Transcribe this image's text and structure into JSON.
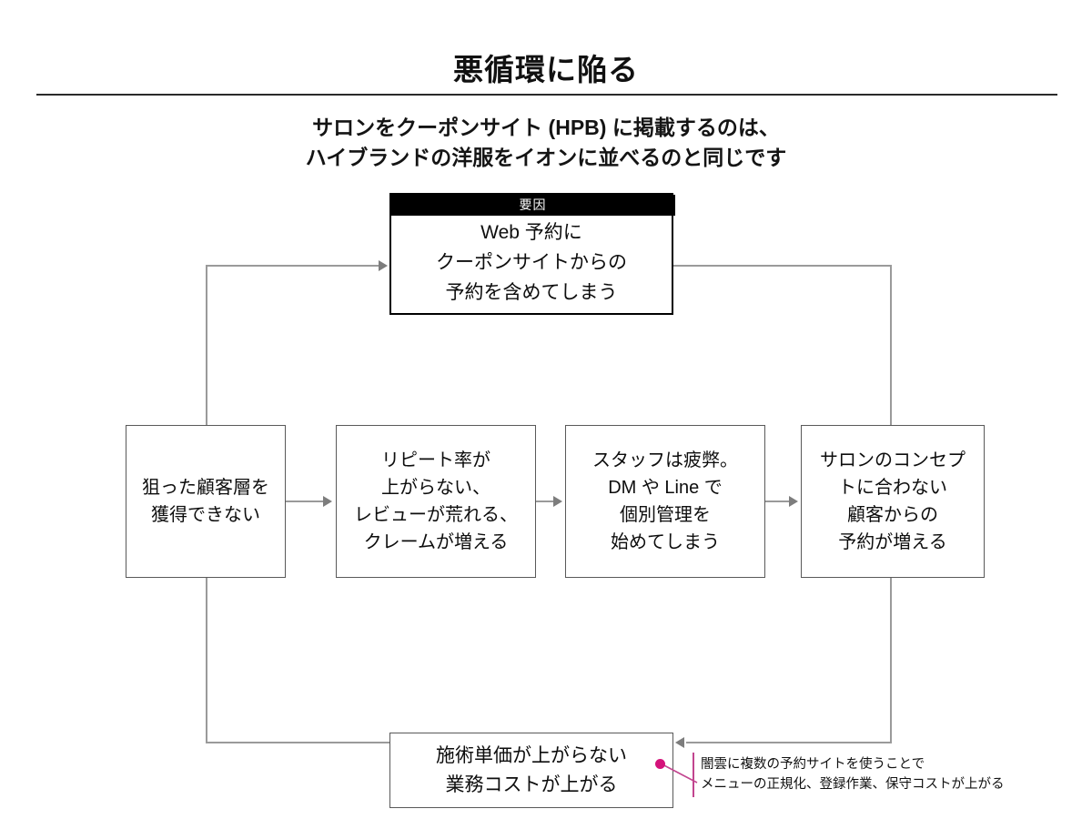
{
  "slide": {
    "title": "悪循環に陥る",
    "subtitle_lines": [
      "サロンをクーポンサイト (HPB) に掲載するのは、",
      "ハイブランドの洋服をイオンに並べるのと同じです"
    ]
  },
  "diagram": {
    "type": "vicious-cycle-flow",
    "cause_node": {
      "header": "要因",
      "lines": [
        "Web 予約に",
        "クーポンサイトからの",
        "予約を含めてしまう"
      ]
    },
    "nodes": [
      {
        "id": "a",
        "lines": [
          "狙った顧客層を",
          "獲得できない"
        ]
      },
      {
        "id": "b",
        "lines": [
          "リピート率が",
          "上がらない、",
          "レビューが荒れる、",
          "クレームが増える"
        ]
      },
      {
        "id": "c",
        "lines": [
          "スタッフは疲弊。",
          "DM や Line で",
          "個別管理を",
          "始めてしまう"
        ]
      },
      {
        "id": "d",
        "lines": [
          "サロンのコンセプ",
          "トに合わない",
          "顧客からの",
          "予約が増える"
        ]
      },
      {
        "id": "e",
        "lines": [
          "施術単価が上がらない",
          "業務コストが上がる"
        ]
      }
    ],
    "callout": {
      "lines": [
        "闇雲に複数の予約サイトを使うことで",
        "メニューの正規化、登録作業、保守コストが上がる"
      ],
      "accent_color": "#d4127a"
    },
    "colors": {
      "box_border": "#595959",
      "cause_border": "#000000",
      "cause_header_bg": "#000000",
      "connector": "#9a9a9a",
      "title_rule": "#2a2a2a",
      "text": "#111111"
    }
  }
}
